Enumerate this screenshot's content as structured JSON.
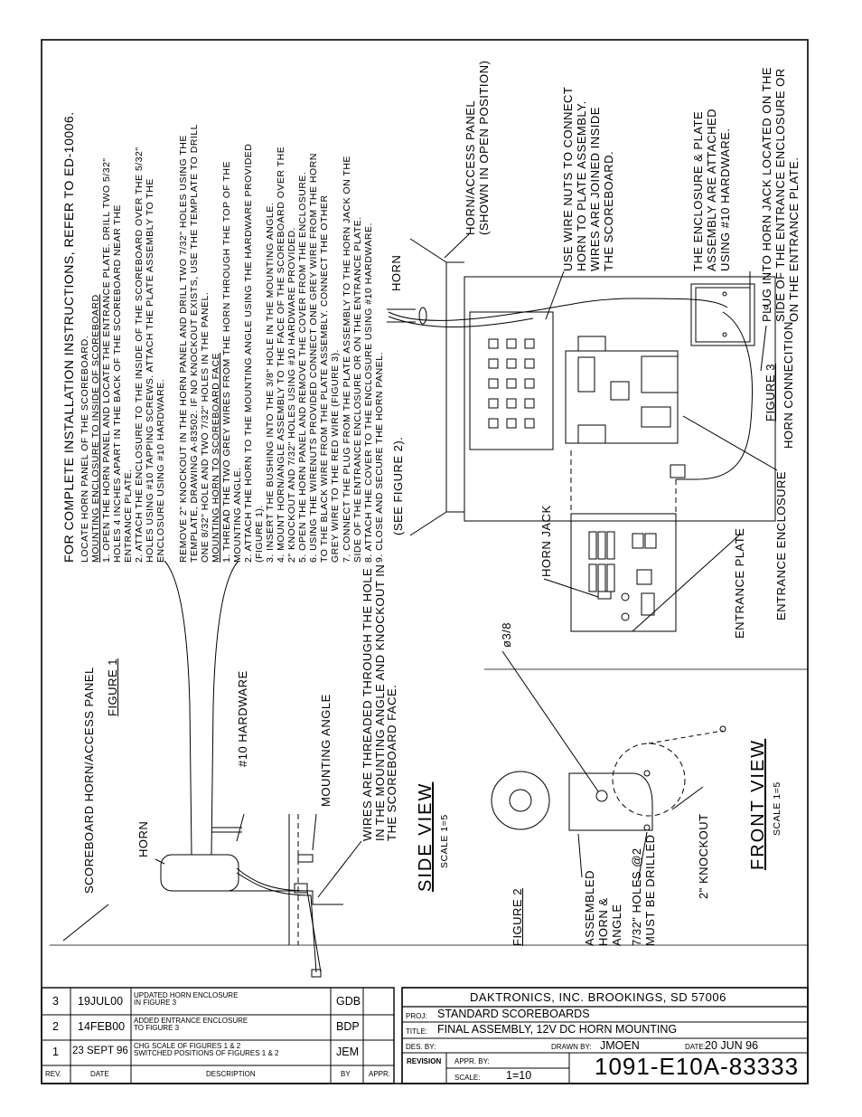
{
  "notes": {
    "intro": [
      "FOR COMPLETE INSTALLATION INSTRUCTIONS, REFER TO ED-10006.",
      "LOCATE HORN PANEL OF THE SCOREBOARD."
    ],
    "enclosure_heading": "MOUNTING ENCLOSURE TO INSIDE OF SCOREBOARD",
    "enclosure_steps": [
      "1.  OPEN THE HORN PANEL AND LOCATE THE ENTRANCE PLATE.  DRILL TWO 5/32\"",
      "     HOLES 4 INCHES APART IN THE BACK OF THE SCOREBOARD NEAR THE",
      "     ENTRANCE PLATE.",
      "2.  ATTACH THE ENCLOSURE TO THE INSIDE OF THE SCOREBOARD OVER THE 5/32\"",
      "     HOLES USING #10 TAPPING SCREWS.  ATTACH THE PLATE ASSEMBLY TO THE",
      "     ENCLOSURE USING #10 HARDWARE."
    ],
    "remove_text": [
      "REMOVE 2\" KNOCKOUT IN THE HORN PANEL AND DRILL TWO 7/32\" HOLES USING THE",
      "TEMPLATE, DRAWING A-83502.  IF NO KNOCKOUT EXISTS, USE THE TEMPLATE TO DRILL",
      "ONE 8/32\" HOLE AND TWO 7/32\" HOLES IN THE PANEL."
    ],
    "horn_heading": "MOUNTING HORN TO SCOREBOARD FACE",
    "horn_steps": [
      "1.  THREAD THE TWO GREY WIRES FROM THE HORN THROUGH THE TOP OF THE",
      "     MOUNTING ANGLE.",
      "2.  ATTACH THE HORN TO THE MOUNTING ANGLE USING THE HARDWARE PROVIDED",
      "     (FIGURE 1).",
      "3.  INSERT THE BUSHING INTO THE 3/8\" HOLE IN THE MOUNTING ANGLE.",
      "4.  MOUNT HORN/ANGLE ASSEMBLY TO THE FACE OF THE SCOREBOARD OVER THE",
      "     2\" KNOCKOUT AND 7/32\" HOLES USING #10 HARDWARE PROVIDED.",
      "5.  OPEN THE HORN PANEL AND REMOVE THE COVER FROM THE ENCLOSURE.",
      "6.  USING THE WIRENUTS PROVIDED CONNECT ONE GREY WIRE FROM THE HORN",
      "     TO THE BLACK WIRE FROM THE PLATE ASSEMBLY.  CONNECT THE OTHER",
      "     GREY WIRE TO THE RED WIRE (FIGURE 3).",
      "7.  CONNECT THE PLUG FROM THE PLATE ASSEMBLY TO THE HORN JACK ON THE",
      "     SIDE OF THE ENTRANCE ENCLOSURE OR ON THE ENTRANCE PLATE.",
      "8.  ATTACH THE COVER TO THE ENCLOSURE USING #10 HARDWARE.",
      "9.  CLOSE AND SECURE THE HORN PANEL."
    ]
  },
  "figure1": {
    "title": "FIGURE 1",
    "panel_label": "SCOREBOARD HORN/ACCESS PANEL",
    "horn_label": "HORN",
    "hardware_label": "#10 HARDWARE",
    "angle_label": "MOUNTING ANGLE",
    "wires_note": [
      "WIRES ARE THREADED THROUGH THE HOLE",
      "IN THE MOUNTING ANGLE AND KNOCKOUT IN",
      "THE SCOREBOARD FACE."
    ],
    "view_title": "SIDE VIEW",
    "scale": "SCALE 1=5"
  },
  "figure2": {
    "title": "FIGURE 2",
    "dia_label": "ø3/8",
    "assembled_label": [
      "ASSEMBLED",
      "HORN &",
      "ANGLE"
    ],
    "holes_label": [
      "7/32\" HOLES @2",
      "MUST BE DRILLED"
    ],
    "knockout_label": "2\" KNOCKOUT",
    "view_title": "FRONT VIEW",
    "scale": "SCALE 1=5",
    "see_figure": "(SEE FIGURE 2)."
  },
  "figure3": {
    "title": "FIGURE 3",
    "subtitle": "HORN CONNECITION",
    "horn_label": "HORN",
    "access_panel_label": [
      "HORN/ACCESS PANEL",
      "(SHOWN IN OPEN POSITION)"
    ],
    "wire_nuts_label": [
      "USE WIRE NUTS TO CONNECT",
      "HORN TO PLATE ASSEMBLY.",
      "WIRES ARE JOINED INSIDE",
      "THE SCOREBOARD."
    ],
    "enclosure_plate_label": [
      "THE ENCLOSURE & PLATE",
      "ASSEMBLY ARE ATTACHED",
      "USING #10 HARDWARE."
    ],
    "plug_label": [
      "PLUG INTO HORN JACK LOCATED ON THE",
      "SIDE OF THE ENTRANCE ENCLOSURE OR",
      "ON THE ENTRANCE PLATE."
    ],
    "horn_jack_label": "HORN JACK",
    "entrance_plate_label": "ENTRANCE PLATE",
    "entrance_enclosure_label": "ENTRANCE ENCLOSURE"
  },
  "revisions": {
    "headers": {
      "rev": "REV.",
      "date": "DATE",
      "description": "DESCRIPTION",
      "by": "BY",
      "appr": "APPR."
    },
    "rows": [
      {
        "rev": "3",
        "date": "19JUL00",
        "desc1": "UPDATED HORN ENCLOSURE",
        "desc2": "IN FIGURE 3",
        "by": "GDB"
      },
      {
        "rev": "2",
        "date": "14FEB00",
        "desc1": "ADDED ENTRANCE ENCLOSURE",
        "desc2": "TO FIGURE 3",
        "by": "BDP"
      },
      {
        "rev": "1",
        "date": "23 SEPT 96",
        "desc1": "CHG SCALE OF FIGURES 1 & 2",
        "desc2": "SWITCHED POSITIONS OF FIGURES 1 & 2",
        "by": "JEM"
      }
    ]
  },
  "title_block": {
    "company": "DAKTRONICS, INC.   BROOKINGS, SD  57006",
    "proj_label": "PROJ:",
    "proj": "STANDARD SCOREBOARDS",
    "title_label": "TITLE:",
    "title": "FINAL ASSEMBLY, 12V DC HORN MOUNTING",
    "des_label": "DES. BY:",
    "drawn_label": "DRAWN BY:",
    "drawn": "JMOEN",
    "date_label": "DATE:",
    "date": "20  JUN  96",
    "revision_label": "REVISION",
    "appr_label": "APPR. BY:",
    "scale_label": "SCALE:",
    "scale": "1=10",
    "drawing_number": "1091-E10A-83333"
  }
}
